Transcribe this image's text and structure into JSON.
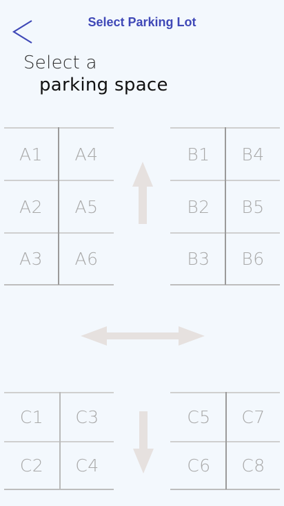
{
  "header": {
    "title": "Select Parking Lot"
  },
  "heading": {
    "line1": "Select a",
    "line2": "parking space"
  },
  "icons": {
    "back": "back-arrow-icon",
    "up": "up-arrow-icon",
    "both": "left-right-arrow-icon",
    "down": "down-arrow-icon"
  },
  "colors": {
    "accent": "#3f48b7",
    "background": "#f3f8fd",
    "slot_text": "#a8a8a8",
    "arrow": "#e6e1df"
  },
  "lots": {
    "A": [
      "A1",
      "A2",
      "A3",
      "A4",
      "A5",
      "A6"
    ],
    "B": [
      "B1",
      "B2",
      "B3",
      "B4",
      "B5",
      "B6"
    ],
    "C": [
      "C1",
      "C2",
      "C3",
      "C4"
    ],
    "C_right": [
      "C5",
      "C6",
      "C7",
      "C8"
    ]
  }
}
